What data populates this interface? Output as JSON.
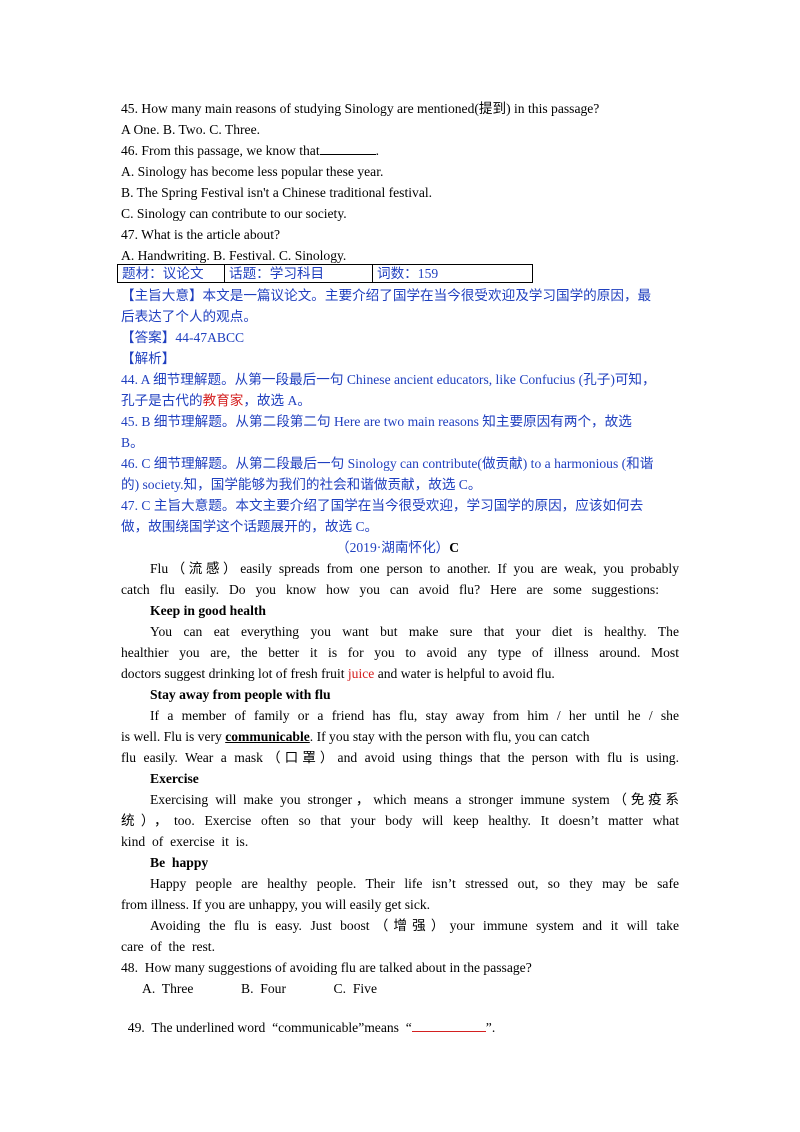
{
  "q45": {
    "question": "45. How many main reasons of studying Sinology are mentioned(提到) in this passage?",
    "options": "A One.  B. Two.  C. Three."
  },
  "q46": {
    "question_prefix": "46. From this passage, we know that",
    "question_suffix": ".",
    "option_a": "A. Sinology has become less popular these year.",
    "option_b": "B. The Spring Festival isn't a Chinese traditional  festival.",
    "option_c": "C. Sinology can contribute to our society."
  },
  "q47": {
    "question": "47. What is the article about?",
    "options": "A.  Handwriting.       B.  Festival.     C.  Sinology."
  },
  "info_table": {
    "material": "题材：议论文",
    "topic": "话题：学习科目",
    "word_count": "词数：159"
  },
  "analysis": {
    "main_idea_line1": "【主旨大意】本文是一篇议论文。主要介绍了国学在当今很受欢迎及学习国学的原因，最",
    "main_idea_line2": "后表达了个人的观点。",
    "answer": "【答案】44-47ABCC",
    "explain_title": "【解析】",
    "a44_line1": "44.  A 细节理解题。从第一段最后一句 Chinese ancient educators, like Confucius (孔子)可知，",
    "a44_line2_pre": "孔子是古代的",
    "a44_line2_red": "教育家",
    "a44_line2_post": "，故选 A。",
    "a45_line1": "45.  B 细节理解题。从第二段第二句 Here are two main reasons 知主要原因有两个，故选",
    "a45_line2": "B。",
    "a46_line1": "46.  C 细节理解题。从第二段最后一句 Sinology can contribute(做贡献) to a harmonious (和谐",
    "a46_line2": "的) society.知，国学能够为我们的社会和谐做贡献，故选 C。",
    "a47_line1": "47.  C 主旨大意题。本文主要介绍了国学在当今很受欢迎，学习国学的原因，应该如何去",
    "a47_line2": "做，故围绕国学这个话题展开的，故选 C。"
  },
  "passage_c": {
    "title_source": "（2019·湖南怀化）",
    "title_letter": "C",
    "intro_line1": "Flu（流感）easily spreads from one person to another. If you are weak, you probably",
    "intro_line2": "catch flu easily. Do you know how you can avoid flu? Here are some suggestions:",
    "h1": "Keep  in  good  health",
    "p1_line1": "You can eat everything you want but make sure that your diet is healthy. The",
    "p1_line2": "healthier you are, the better it is for you to avoid any type of illness around. Most",
    "p1_line3_pre": "doctors suggest drinking lot of fresh fruit ",
    "p1_line3_red": "juice",
    "p1_line3_post": " and water is helpful to avoid flu.",
    "h2": "Stay  away  from  people  with  flu",
    "p2_line1": "If a member of family or a friend has flu, stay away from him / her until he / she",
    "p2_line2_pre": "is well. Flu is very ",
    "p2_line2_bold": "communicable",
    "p2_line2_post": ". If you stay with the person with flu, you can catch",
    "p2_line3": "flu easily. Wear a mask（口罩）and avoid using things that the person with flu is using.",
    "h3": "Exercise",
    "p3_line1": "Exercising will make you stronger，which means a stronger immune system（免疫系",
    "p3_line2": "统），too. Exercise often so that your body will keep healthy. It doesn’t matter what",
    "p3_line3": "kind  of  exercise  it  is.",
    "h4": "Be  happy",
    "p4_line1": "Happy people are healthy people. Their life isn’t stressed out, so they may be safe",
    "p4_line2": "from illness. If you are unhappy, you will easily get sick.",
    "p5_line1": "Avoiding the flu is easy. Just boost（增强）your immune system and it will take",
    "p5_line2": "care  of  the  rest."
  },
  "q48": {
    "question": "48.  How many suggestions of avoiding flu are talked about in the passage?",
    "options": "A.  Three              B.  Four              C.  Five"
  },
  "q49": {
    "question_pre": "49.  The underlined word  “communicable”means  “",
    "question_post": "”."
  }
}
